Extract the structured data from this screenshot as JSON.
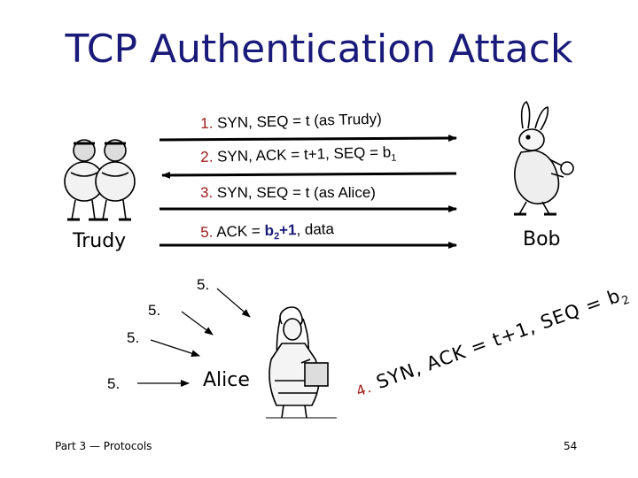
{
  "title": "TCP Authentication Attack",
  "messages": {
    "m1": {
      "num": "1.",
      "text": "SYN, SEQ = t (as Trudy)"
    },
    "m2": {
      "num": "2.",
      "text": "SYN, ACK = t+1, SEQ = b",
      "sub": "1"
    },
    "m3": {
      "num": "3.",
      "text": "SYN, SEQ = t  (as Alice)"
    },
    "m5": {
      "num": "5.",
      "text_pre": "ACK = ",
      "b": "b",
      "sub": "2",
      "plus": "+1",
      "text_post": ", data"
    },
    "m4": {
      "num": "4.",
      "text": "SYN, ACK = t+1, SEQ = b",
      "sub": "2"
    }
  },
  "labels": {
    "trudy": "Trudy",
    "bob": "Bob",
    "alice": "Alice",
    "five_a": "5.",
    "five_b": "5.",
    "five_c": "5.",
    "five_d": "5."
  },
  "footer": {
    "left": "Part 3",
    "dash": "—",
    "right": "Protocols",
    "page": "54"
  },
  "colors": {
    "title": "#1a1a7a",
    "number": "#a01a1a",
    "bold": "#1a1a7a"
  },
  "icons": [
    "tweedle-twins-figure",
    "white-rabbit-figure",
    "alice-figure"
  ]
}
